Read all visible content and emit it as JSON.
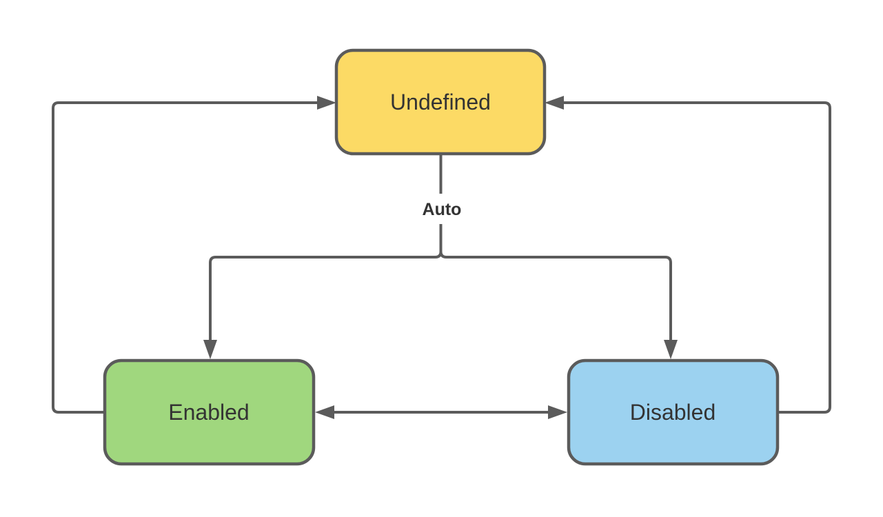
{
  "diagram": {
    "type": "state-diagram",
    "background": "#ffffff",
    "style": {
      "node_border": "#5b5b5b",
      "connector": "#5b5b5b",
      "node_text": "#333333",
      "label_text": "#333333",
      "label_bg": "#ffffff"
    },
    "nodes": [
      {
        "id": "undefined",
        "label": "Undefined",
        "fill": "#fcda65"
      },
      {
        "id": "enabled",
        "label": "Enabled",
        "fill": "#a0d77e"
      },
      {
        "id": "disabled",
        "label": "Disabled",
        "fill": "#9cd2f0"
      }
    ],
    "edge_label_auto": "Auto",
    "edges": [
      {
        "from": "enabled",
        "to": "undefined"
      },
      {
        "from": "disabled",
        "to": "undefined"
      },
      {
        "from": "undefined",
        "to": "enabled",
        "label": "Auto"
      },
      {
        "from": "undefined",
        "to": "disabled",
        "label": "Auto"
      },
      {
        "from": "enabled",
        "to": "disabled",
        "bidirectional": true
      }
    ]
  }
}
